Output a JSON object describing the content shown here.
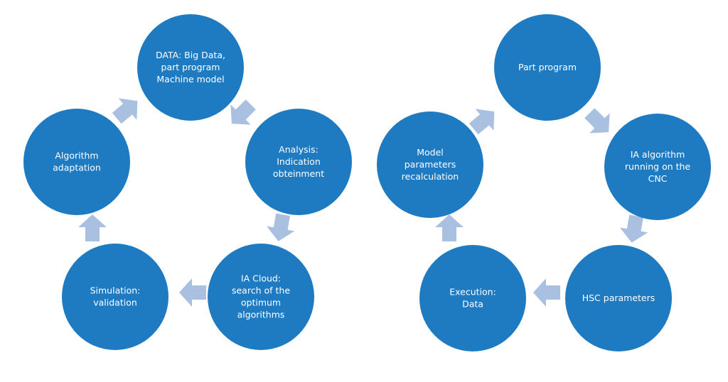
{
  "colors": {
    "node_fill": "#1f7bc1",
    "arrow_fill": "#a9c0e0",
    "text": "#ffffff",
    "background": "#ffffff"
  },
  "diagrams": [
    {
      "id": "cloud-cycle",
      "nodes": [
        {
          "id": "data",
          "lines": [
            "DATA: Big Data,",
            "part program",
            "Machine model"
          ]
        },
        {
          "id": "analysis",
          "lines": [
            "Analysis:",
            "Indication",
            "obteinment"
          ]
        },
        {
          "id": "ia-cloud",
          "lines": [
            "IA Cloud:",
            "search of the",
            "optimum",
            "algorithms"
          ]
        },
        {
          "id": "simulation",
          "lines": [
            "Simulation:",
            "validation"
          ]
        },
        {
          "id": "algorithm-adaptation",
          "lines": [
            "Algorithm",
            "adaptation"
          ]
        }
      ],
      "edges": [
        {
          "from": "data",
          "to": "analysis"
        },
        {
          "from": "analysis",
          "to": "ia-cloud"
        },
        {
          "from": "ia-cloud",
          "to": "simulation"
        },
        {
          "from": "simulation",
          "to": "algorithm-adaptation"
        },
        {
          "from": "algorithm-adaptation",
          "to": "data"
        }
      ]
    },
    {
      "id": "cnc-cycle",
      "nodes": [
        {
          "id": "part-program",
          "lines": [
            "Part program"
          ]
        },
        {
          "id": "ia-algorithm",
          "lines": [
            "IA algorithm",
            "running on the",
            "CNC"
          ]
        },
        {
          "id": "hsc-parameters",
          "lines": [
            "HSC parameters"
          ]
        },
        {
          "id": "execution",
          "lines": [
            "Execution:",
            "Data"
          ]
        },
        {
          "id": "model-parameters",
          "lines": [
            "Model",
            "parameters",
            "recalculation"
          ]
        }
      ],
      "edges": [
        {
          "from": "part-program",
          "to": "ia-algorithm"
        },
        {
          "from": "ia-algorithm",
          "to": "hsc-parameters"
        },
        {
          "from": "hsc-parameters",
          "to": "execution"
        },
        {
          "from": "execution",
          "to": "model-parameters"
        },
        {
          "from": "model-parameters",
          "to": "part-program"
        }
      ]
    }
  ]
}
